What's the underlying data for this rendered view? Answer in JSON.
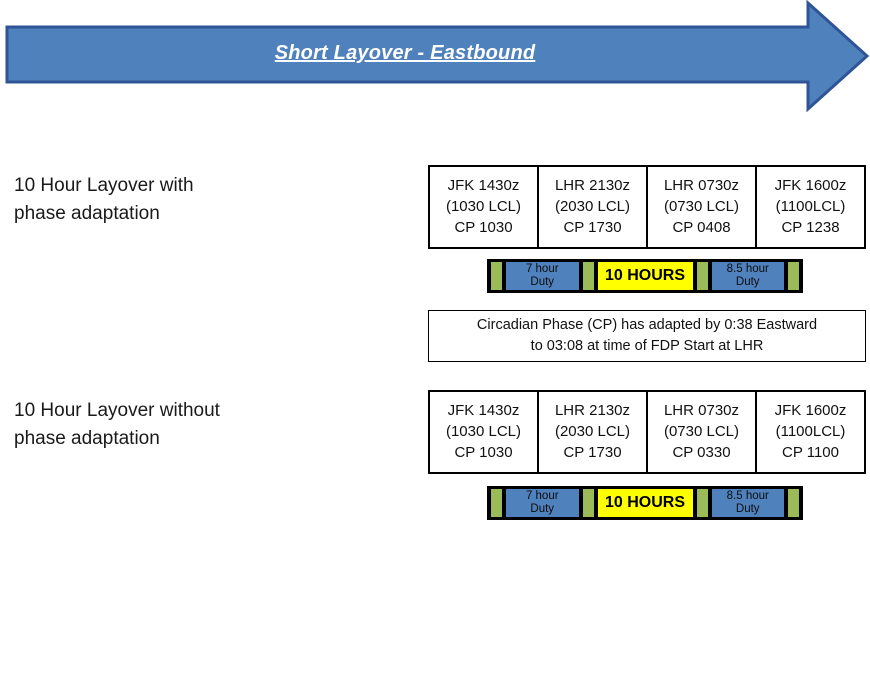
{
  "banner": {
    "title": "Short Layover - Eastbound",
    "fill_color": "#4F81BD",
    "border_color": "#2F5597",
    "text_color": "#FFFFFF"
  },
  "rows": [
    {
      "label_line1": "10 Hour Layover with",
      "label_line2": "phase adaptation",
      "table": [
        {
          "line1": "JFK 1430z",
          "line2": "(1030 LCL)",
          "line3": "CP 1030"
        },
        {
          "line1": "LHR 2130z",
          "line2": "(2030 LCL)",
          "line3": "CP 1730"
        },
        {
          "line1": "LHR 0730z",
          "line2": "(0730 LCL)",
          "line3": "CP 0408"
        },
        {
          "line1": "JFK 1600z",
          "line2": "(1100LCL)",
          "line3": "CP 1238"
        }
      ],
      "bar": {
        "duty1_line1": "7 hour",
        "duty1_line2": "Duty",
        "layover_label": "10 HOURS",
        "duty2_line1": "8.5 hour",
        "duty2_line2": "Duty"
      },
      "note": {
        "line1": "Circadian Phase (CP)  has adapted by 0:38 Eastward",
        "line2": "to 03:08 at time of FDP Start at LHR"
      }
    },
    {
      "label_line1": "10 Hour Layover without",
      "label_line2": "phase adaptation",
      "table": [
        {
          "line1": "JFK 1430z",
          "line2": "(1030 LCL)",
          "line3": "CP 1030"
        },
        {
          "line1": "LHR 2130z",
          "line2": "(2030 LCL)",
          "line3": "CP 1730"
        },
        {
          "line1": "LHR 0730z",
          "line2": "(0730 LCL)",
          "line3": "CP 0330"
        },
        {
          "line1": "JFK 1600z",
          "line2": "(1100LCL)",
          "line3": "CP 1100"
        }
      ],
      "bar": {
        "duty1_line1": "7 hour",
        "duty1_line2": "Duty",
        "layover_label": "10 HOURS",
        "duty2_line1": "8.5 hour",
        "duty2_line2": "Duty"
      }
    }
  ],
  "legend_colors": {
    "duty_block": "#4F81BD",
    "layover_block": "#FFFF00",
    "report_block": "#9BBB59",
    "bar_outline": "#000000"
  }
}
